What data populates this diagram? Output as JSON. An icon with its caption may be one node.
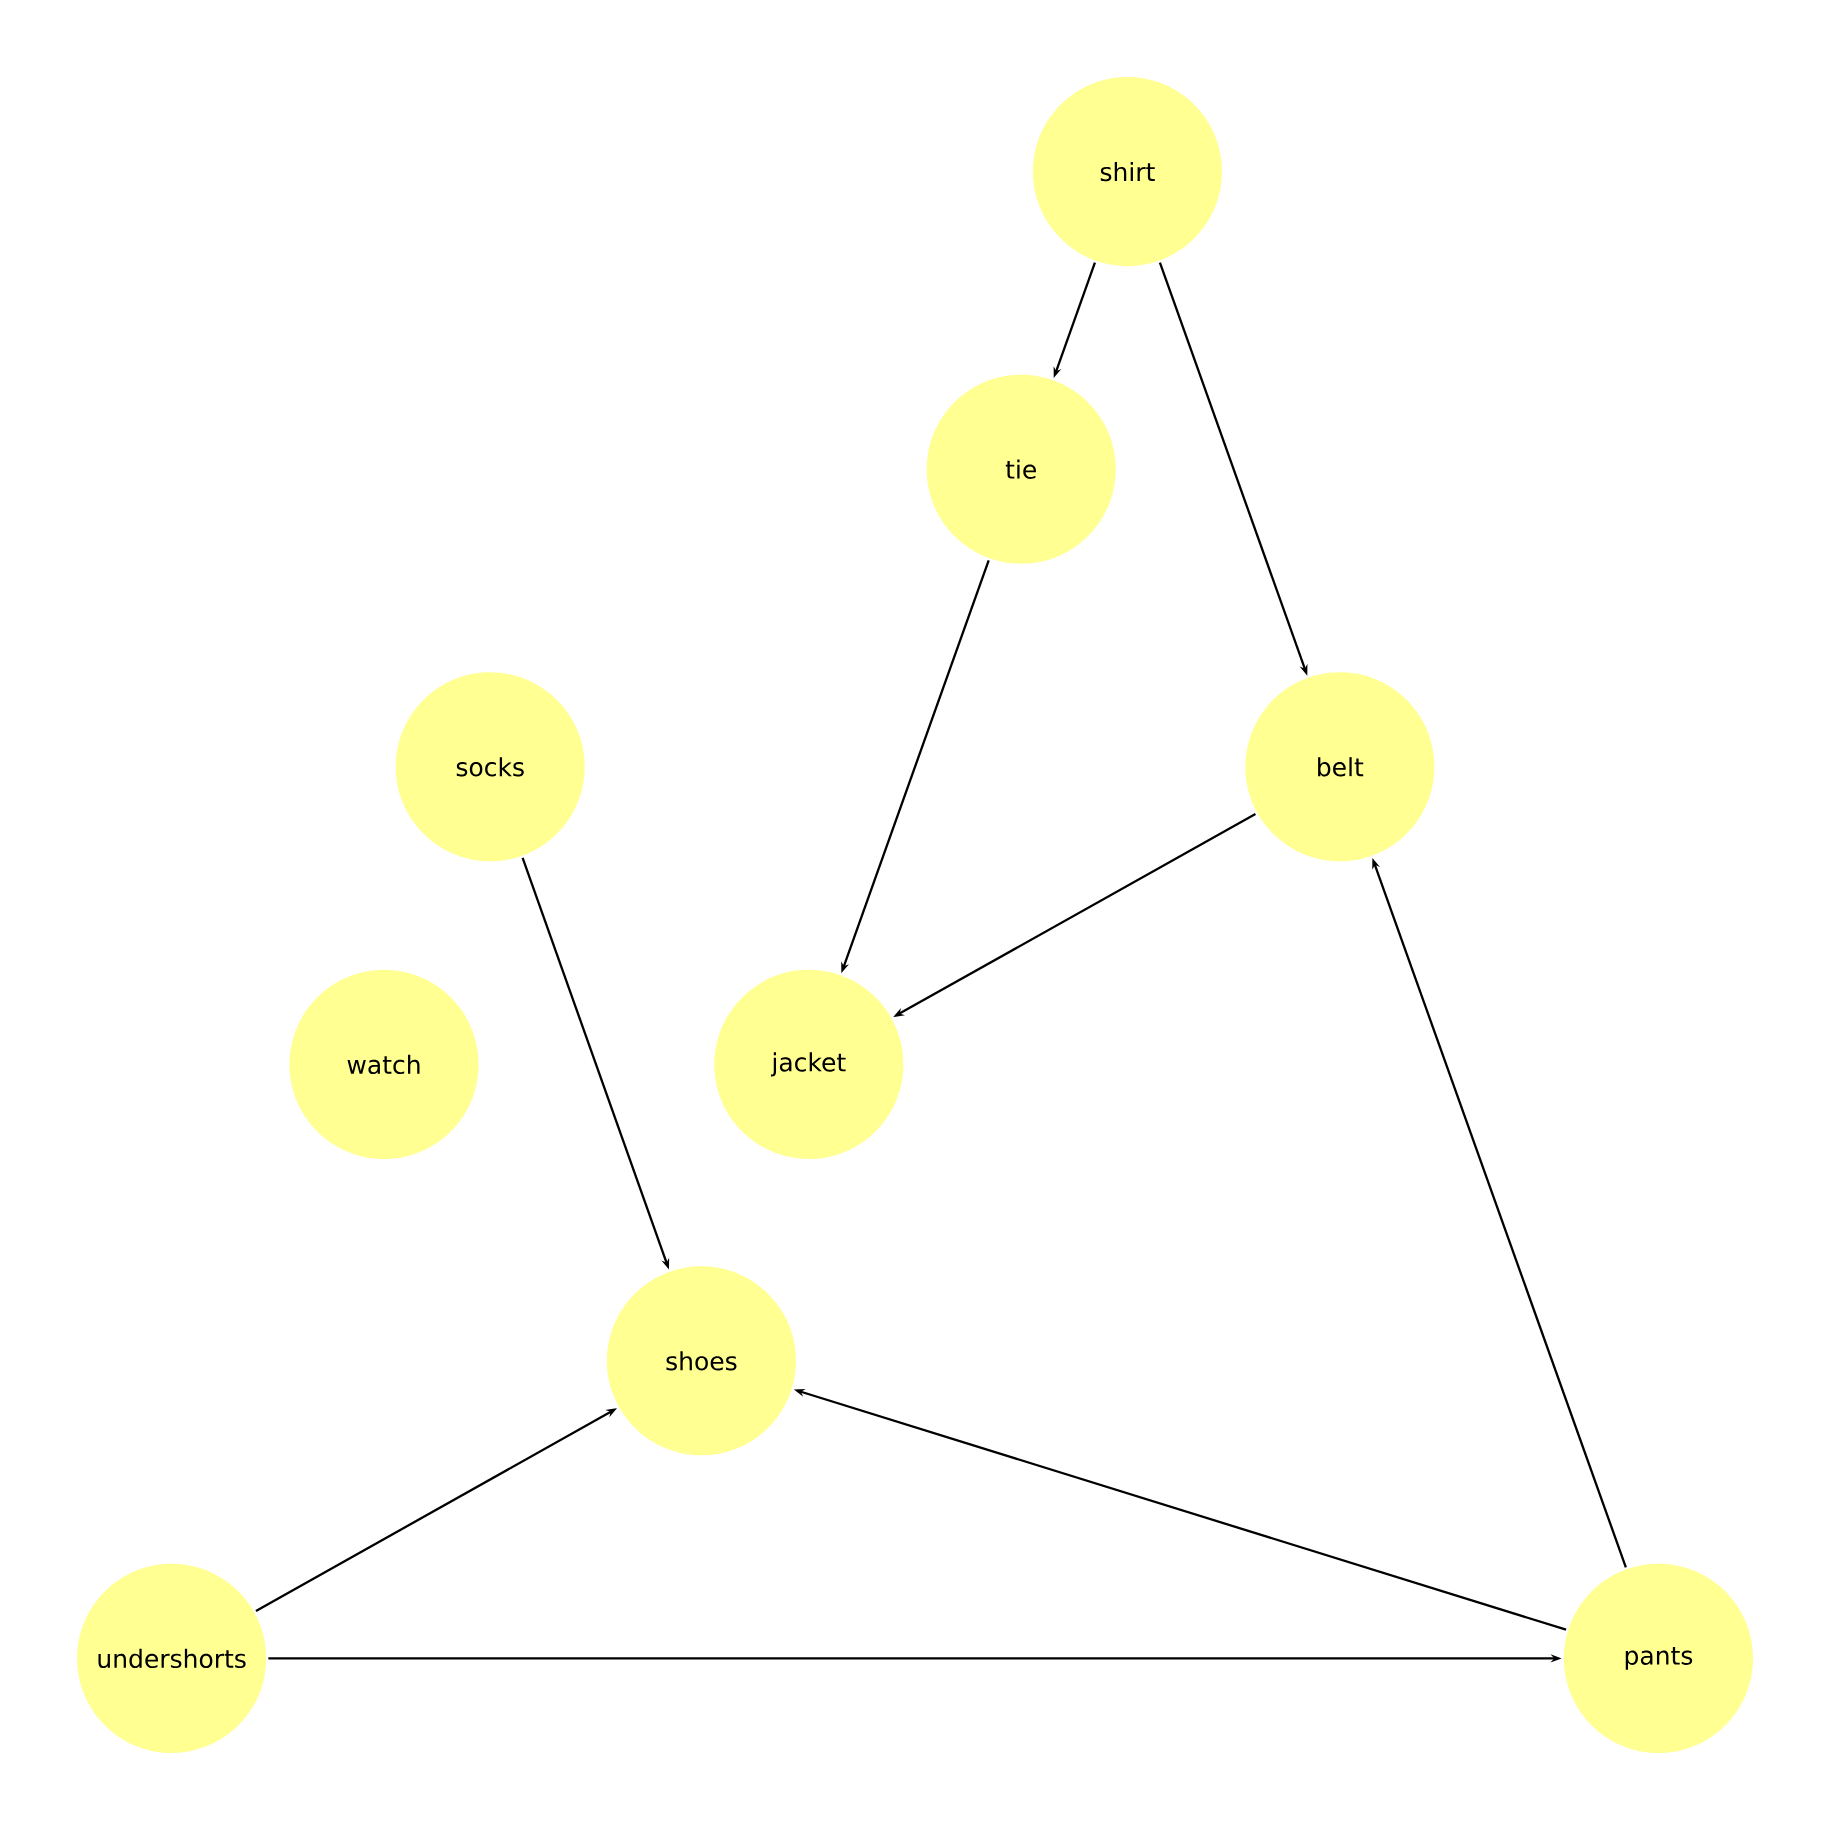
{
  "diagram": {
    "nodes": [
      {
        "text": [
          "shirt"
        ]
      },
      {
        "text": [
          "tie"
        ]
      },
      {
        "text": [
          "socks"
        ]
      },
      {
        "text": [
          "belt"
        ]
      },
      {
        "text": [
          "watch"
        ]
      },
      {
        "text": [
          "jacket"
        ]
      },
      {
        "text": [
          "shoes"
        ]
      },
      {
        "text": [
          "undershorts"
        ]
      },
      {
        "text": [
          "pants"
        ]
      }
    ],
    "edges": [
      {
        "from": 0,
        "to": 1,
        "arrow": "to"
      },
      {
        "from": 0,
        "to": 3,
        "arrow": "to"
      },
      {
        "from": 1,
        "to": 5,
        "arrow": "to"
      },
      {
        "from": 3,
        "to": 5,
        "arrow": "to"
      },
      {
        "from": 2,
        "to": 6,
        "arrow": "to"
      },
      {
        "from": 8,
        "to": 3,
        "arrow": "to"
      },
      {
        "from": 8,
        "to": 6,
        "arrow": "to"
      },
      {
        "from": 7,
        "to": 6,
        "arrow": "to"
      },
      {
        "from": 7,
        "to": 8,
        "arrow": "to"
      }
    ]
  }
}
